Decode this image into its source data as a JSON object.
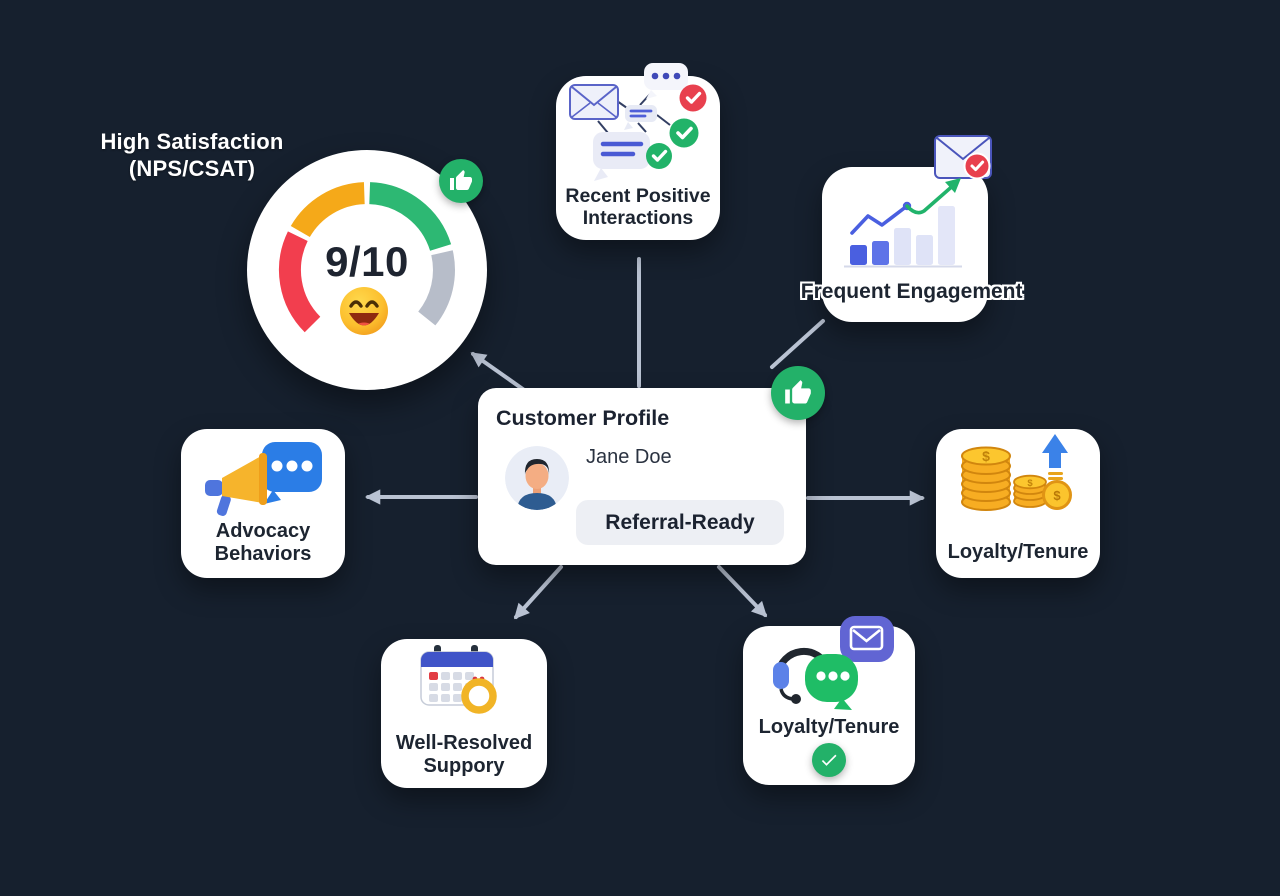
{
  "colors": {
    "background": "#16202e",
    "card": "#ffffff",
    "arrow": "#b9c2d2",
    "positive_green": "#23b169",
    "alert_red": "#e8404e",
    "accent_blue": "#3b7de4",
    "indigo": "#5763c9",
    "purple": "#6165d3",
    "gold": "#f2a71d",
    "gauge_red": "#f23e4e",
    "gauge_orange": "#f5a919",
    "gauge_green": "#2db873",
    "gauge_gray": "#b7bdc9",
    "text_dark": "#1d2531",
    "text_light": "#ffffff"
  },
  "icons": {
    "currency_symbol": "$",
    "gauge_badge": "thumbs-up",
    "profile_badge": "thumbs-up",
    "status_badges": "check-circle",
    "notification_badges": "envelope"
  },
  "satisfaction": {
    "label_line1": "High Satisfaction",
    "label_line2": "(NPS/CSAT)",
    "score": "9/10"
  },
  "profile": {
    "title": "Customer Profile",
    "name": "Jane Doe",
    "badge": "Referral-Ready"
  },
  "nodes": {
    "recent": {
      "line1": "Recent Positive",
      "line2": "Interactions"
    },
    "frequent": {
      "label": "Frequent Engagement"
    },
    "advocacy": {
      "line1": "Advocacy",
      "line2": "Behaviors"
    },
    "loyalty_right": {
      "label": "Loyalty/Tenure"
    },
    "support": {
      "line1": "Well-Resolved",
      "line2": "Suppory"
    },
    "loyalty_bottom": {
      "label": "Loyalty/Tenure"
    }
  }
}
